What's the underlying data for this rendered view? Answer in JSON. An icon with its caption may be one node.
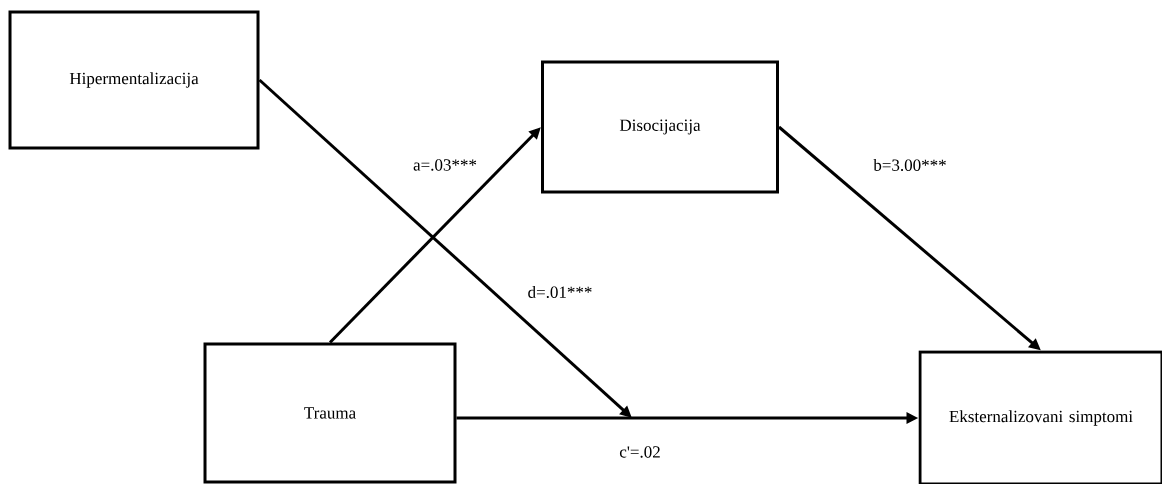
{
  "diagram": {
    "nodes": [
      {
        "text": [
          "Hipermentalizacija"
        ]
      },
      {
        "text": [
          "Disocijacija"
        ]
      },
      {
        "text": [
          "Trauma"
        ]
      },
      {
        "text": [
          "Eksternalizovani simptomi"
        ]
      }
    ],
    "edges": [
      {
        "from": 2,
        "to": 1,
        "arrow": "to",
        "label": "a=.03***"
      },
      {
        "from": 1,
        "to": 3,
        "arrow": "to",
        "label": "b=3.00***"
      },
      {
        "from": 2,
        "to": 3,
        "arrow": "to",
        "label": "c'=.02"
      },
      {
        "from": 0,
        "to": null,
        "arrow": "to",
        "label": "d=.01***"
      }
    ]
  }
}
